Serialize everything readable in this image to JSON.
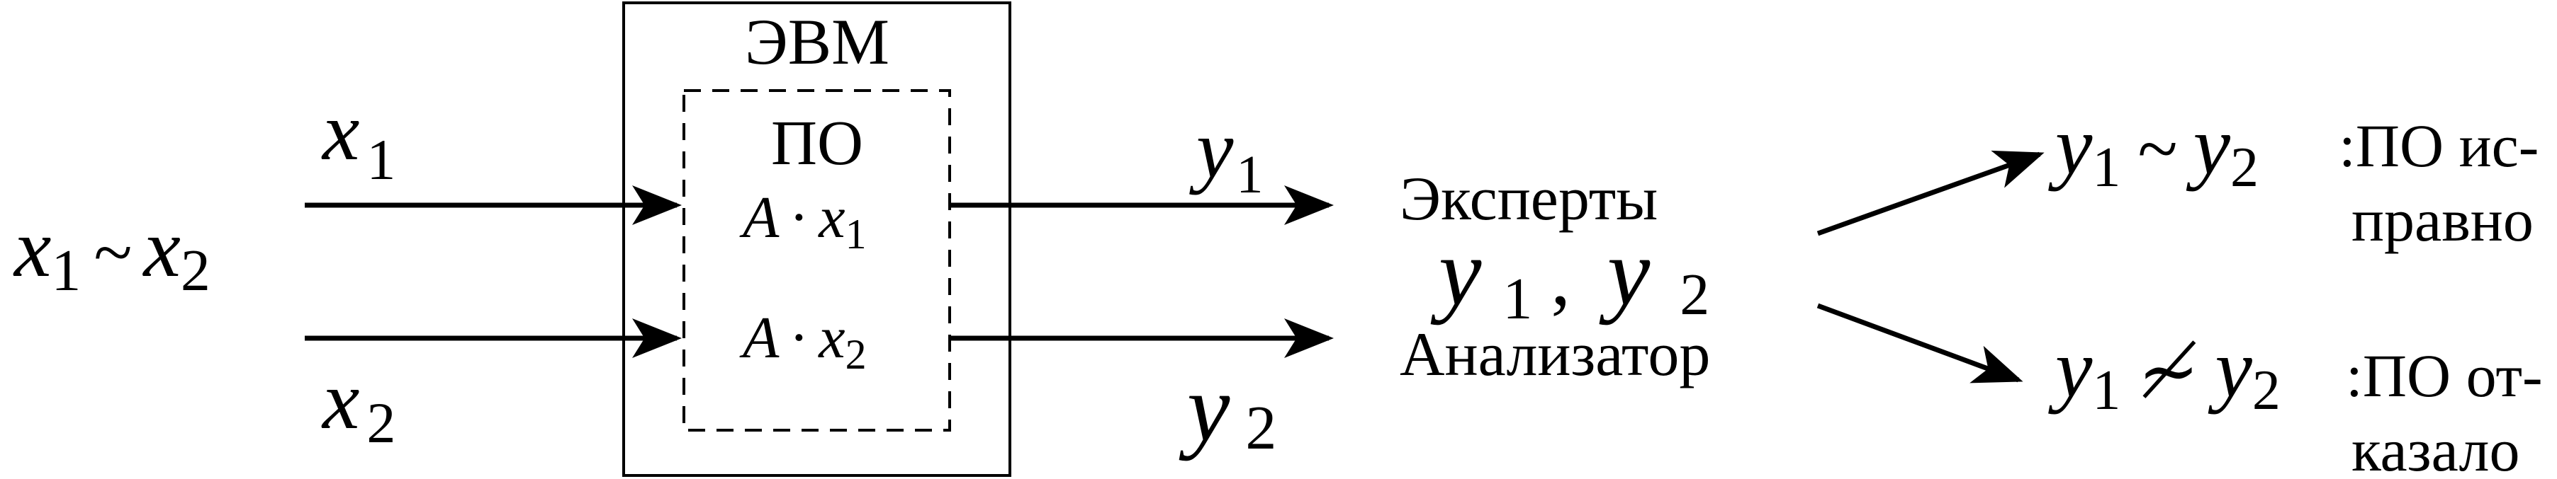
{
  "inputs": {
    "equivalence": {
      "left": "x",
      "left_sub": "1",
      "rel": "~",
      "right": "x",
      "right_sub": "2"
    },
    "x1": {
      "var": "x",
      "sub": "1"
    },
    "x2": {
      "var": "x",
      "sub": "2"
    }
  },
  "computer": {
    "title": "ЭВМ",
    "software": {
      "title": "ПО",
      "op1": {
        "operator": "A",
        "dot": "·",
        "var": "x",
        "sub": "1"
      },
      "op2": {
        "operator": "A",
        "dot": "·",
        "var": "x",
        "sub": "2"
      }
    }
  },
  "outputs": {
    "y1": {
      "var": "y",
      "sub": "1"
    },
    "y2": {
      "var": "y",
      "sub": "2"
    }
  },
  "analyzer": {
    "label_top": "Эксперты",
    "y1": {
      "var": "y",
      "sub": "1"
    },
    "comma": ",",
    "y2": {
      "var": "y",
      "sub": "2"
    },
    "label_bottom": "Анализатор"
  },
  "results": {
    "ok": {
      "left": "y",
      "left_sub": "1",
      "rel": "~",
      "right": "y",
      "right_sub": "2",
      "text_line1": ":ПО ис-",
      "text_line2": "правно"
    },
    "fail": {
      "left": "y",
      "left_sub": "1",
      "rel": "≁",
      "right": "y",
      "right_sub": "2",
      "text_line1": ":ПО от-",
      "text_line2": "казало"
    }
  }
}
